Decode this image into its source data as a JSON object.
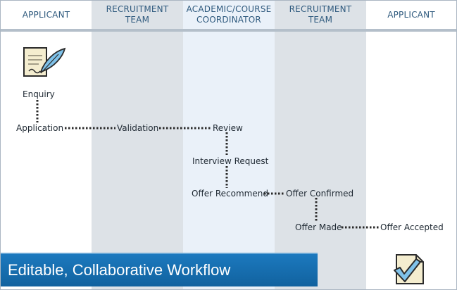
{
  "lanes": [
    {
      "title": "APPLICANT",
      "bg": "#ffffff"
    },
    {
      "title": "RECRUITMENT\nTEAM",
      "bg": "#dde2e7"
    },
    {
      "title": "ACADEMIC/COURSE\nCOORDINATOR",
      "bg": "#eaf1f9"
    },
    {
      "title": "RECRUITMENT\nTEAM",
      "bg": "#dde2e7"
    },
    {
      "title": "APPLICANT",
      "bg": "#ffffff"
    }
  ],
  "steps": {
    "enquiry": "Enquiry",
    "application": "Application",
    "validation": "Validation",
    "review": "Review",
    "interview_request": "Interview Request",
    "offer_recommend": "Offer Recommend",
    "offer_confirmed": "Offer Confirmed",
    "offer_made": "Offer Made",
    "offer_accepted": "Offer Accepted"
  },
  "banner": {
    "text": "Editable, Collaborative Workflow"
  },
  "icons": {
    "start": "document-quill-icon",
    "end": "document-checkmark-icon"
  },
  "colors": {
    "banner": "#1570b5",
    "connector": "#2b2b2b",
    "lane_title": "#2f5a7e"
  }
}
